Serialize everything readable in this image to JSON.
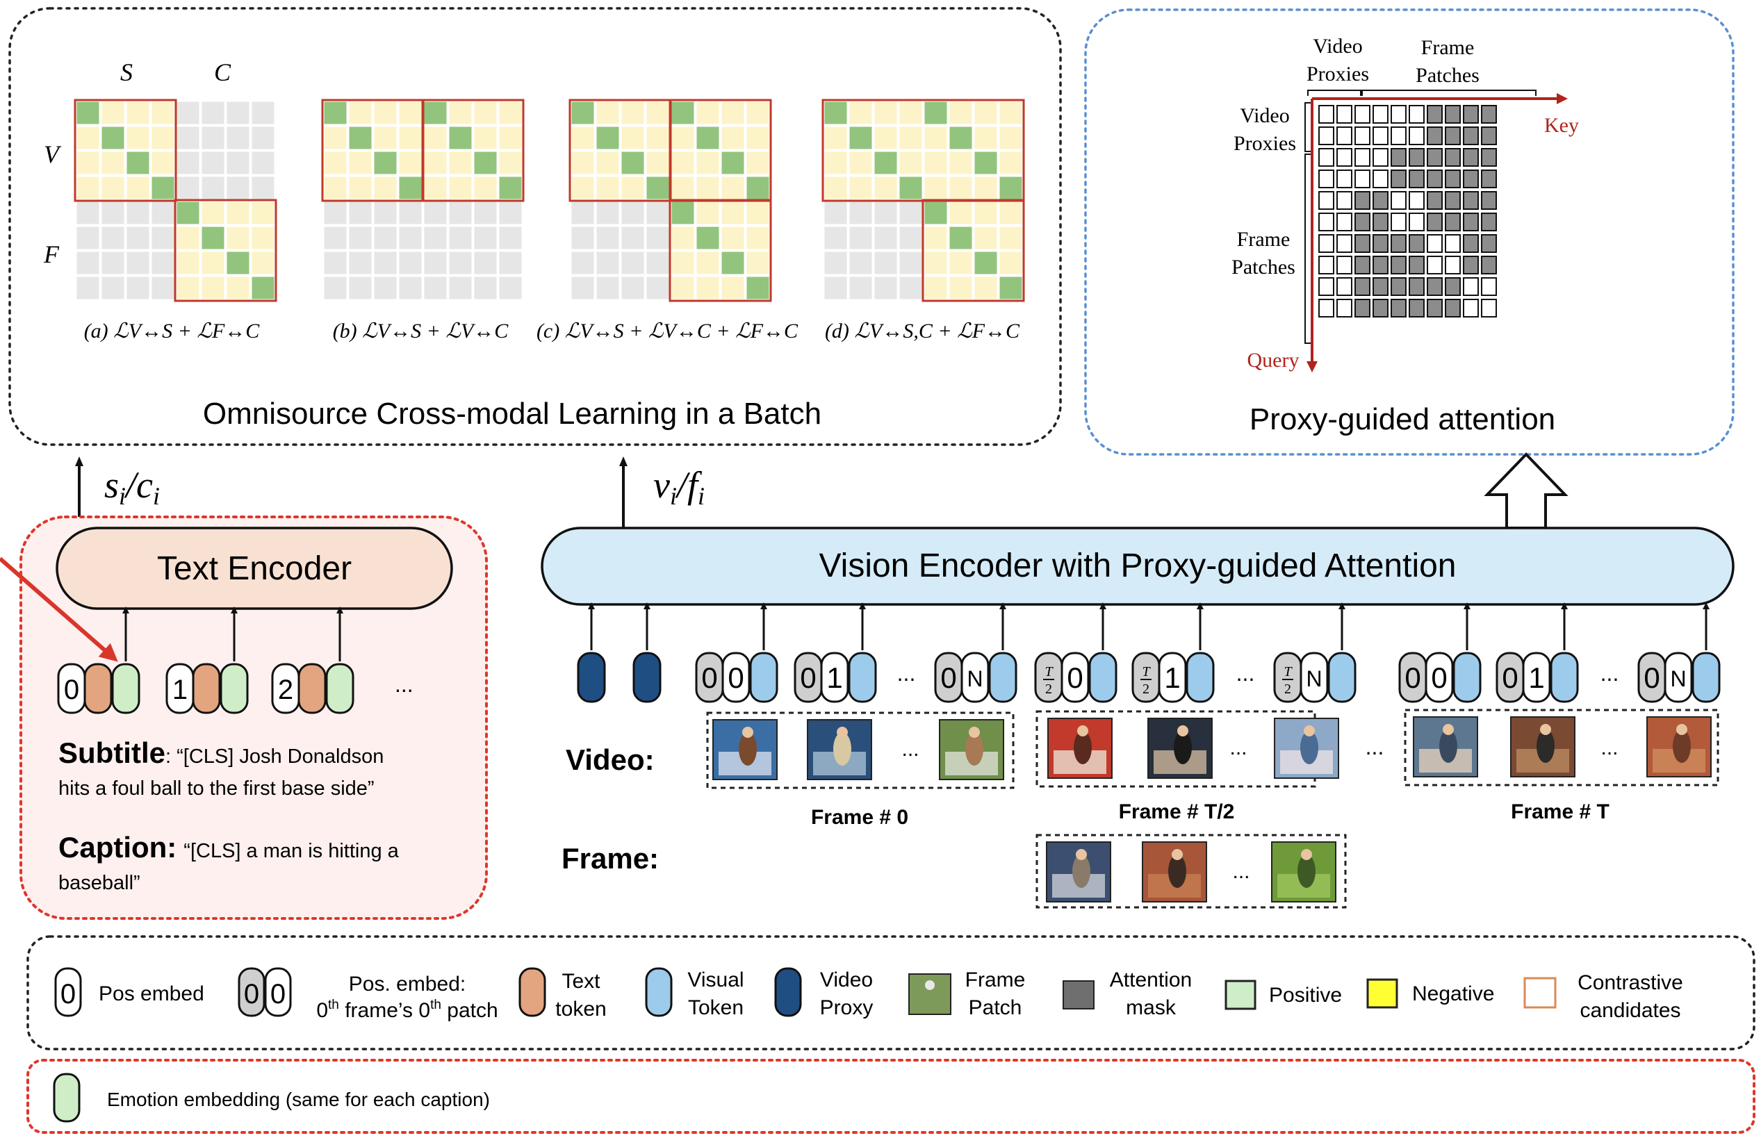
{
  "batch_panel": {
    "title": "Omnisource Cross-modal Learning in a Batch",
    "col_label_s": "S",
    "col_label_c": "C",
    "row_label_v": "V",
    "row_label_f": "F",
    "captions": [
      "(a) ℒV↔S + ℒF↔C",
      "(b) ℒV↔S + ℒV↔C",
      "(c) ℒV↔S + ℒV↔C + ℒF↔C",
      "(d) ℒV↔S,C + ℒF↔C"
    ]
  },
  "attention_panel": {
    "title": "Proxy-guided attention",
    "label_video_proxies_top": "Video Proxies",
    "label_frame_patches_top": "Frame Patches",
    "label_video_proxies_left": "Video Proxies",
    "label_frame_patches_left": "Frame Patches",
    "axis_key": "Key",
    "axis_query": "Query"
  },
  "text_side": {
    "arrow_label": "si/ci",
    "encoder_label": "Text Encoder",
    "token_digits": [
      "0",
      "1",
      "2"
    ],
    "ellipsis": "...",
    "subtitle_label": "Subtitle",
    "subtitle_text": ": “[CLS] Josh Donaldson hits a foul ball to the first base side”",
    "caption_label": "Caption:",
    "caption_text": "“[CLS] a man is hitting a baseball”"
  },
  "vision_side": {
    "arrow_label": "vi/fi",
    "encoder_label": "Vision Encoder with Proxy-guided Attention",
    "row_video": "Video:",
    "row_frame": "Frame:",
    "frame_0": "Frame # 0",
    "frame_half": "Frame # T/2",
    "frame_t": "Frame # T",
    "ellipsis": "...",
    "half_symbol": "T/2",
    "patch_n": "N"
  },
  "legend": {
    "pos_embed": "Pos embed",
    "pos_embed_frame_line1": "Pos. embed:",
    "pos_embed_frame_line2": "0th frame’s 0th patch",
    "text_token": "Text token",
    "visual_token": "Visual Token",
    "video_proxy": "Video Proxy",
    "frame_patch": "Frame Patch",
    "attention_mask": "Attention mask",
    "positive": "Positive",
    "negative": "Negative",
    "contrastive": "Contrastive candidates",
    "emotion": "Emotion embedding (same for each caption)"
  },
  "colors": {
    "cream": "#fdf3c8",
    "green": "#93c47d",
    "red_box": "#c0392b",
    "grey_cell": "#e6e6e6",
    "text_token": "#e3a57f",
    "visual_token": "#9dcbec",
    "video_proxy": "#1f4e82",
    "emotion": "#cfeec8",
    "mask": "#808080",
    "negative": "#ffff33",
    "encoder_text_bg": "#f8e1d3",
    "encoder_vision_bg": "#d5ebf8",
    "red_dotted": "#e0362b",
    "blue_dotted": "#5b8fd1"
  }
}
